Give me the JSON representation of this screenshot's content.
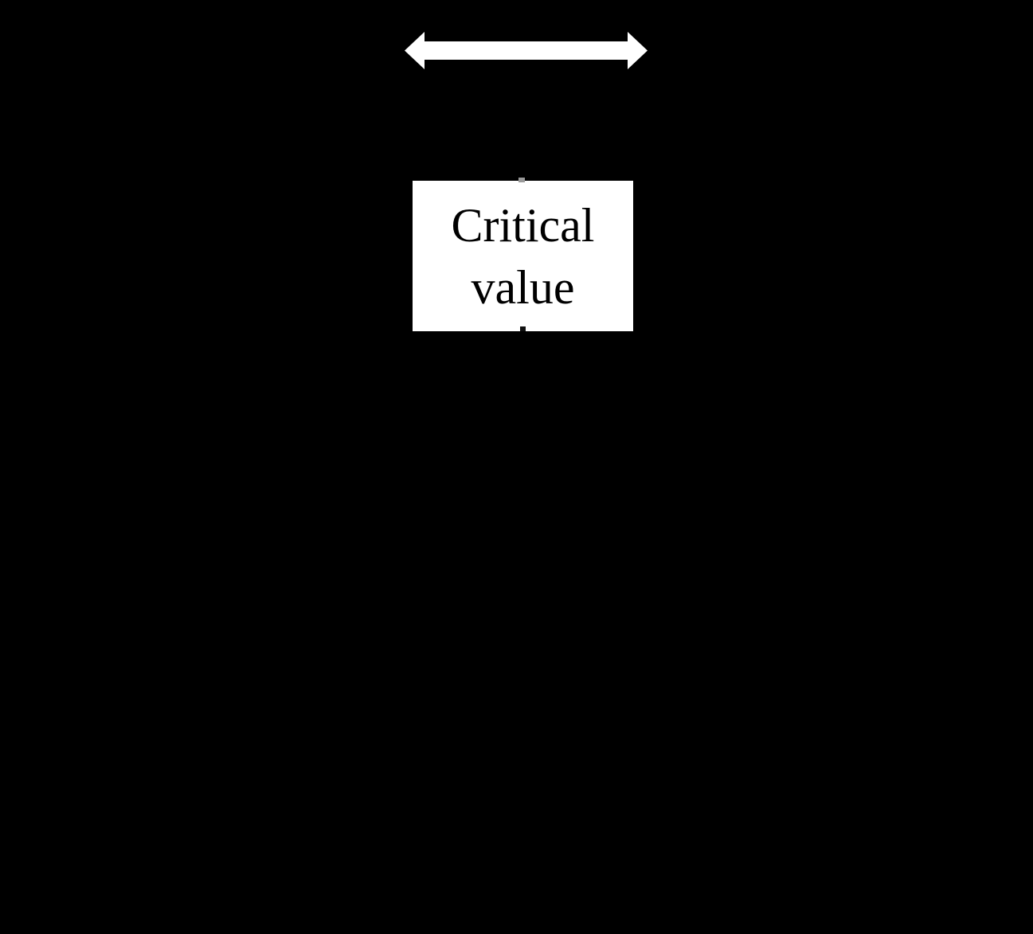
{
  "colors": {
    "background": "#000000",
    "arrow": "#ffffff",
    "label_bg": "#ffffff",
    "label_text": "#000000",
    "tick_top": "#9b9b9b",
    "tick_bottom": "#111111"
  },
  "label_box": {
    "line1": "Critical",
    "line2": "value"
  },
  "icons": {
    "double_arrow": "double-headed-horizontal-arrow"
  }
}
